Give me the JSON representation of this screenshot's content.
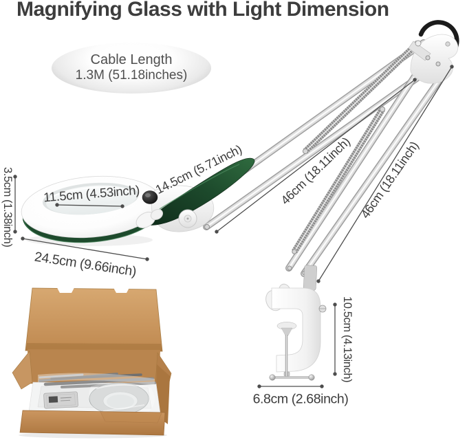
{
  "title": "Magnifying Glass with Light Dimension",
  "callout": {
    "line1": "Cable Length",
    "line2": "1.3M (51.18inches)"
  },
  "dimensions": {
    "head_thickness": "3.5cm (1.38inch)",
    "lens_diameter": "11.5cm (4.53inch)",
    "head_width": "24.5cm (9.66inch)",
    "handle_length": "14.5cm (5.71inch)",
    "upper_arm_length": "46cm (18.11inch)",
    "lower_arm_length": "46cm (18.11inch)",
    "clamp_height": "10.5cm (4.13inch)",
    "clamp_width": "6.8cm (2.68inch)"
  },
  "colors": {
    "title_text": "#3d3d3d",
    "dim_text": "#3c3c3c",
    "dim_line": "#4d4d4d",
    "bubble_text": "#4f4f4f",
    "handle_green": "#1d4a2c",
    "glass_green": "#2c6a40",
    "hook_black": "#1b1b1b",
    "metal_silver": "#c9c9c9",
    "cardboard": "#c6935c",
    "cardboard_dark": "#aa763f",
    "foam_white": "#f3f4f4"
  }
}
